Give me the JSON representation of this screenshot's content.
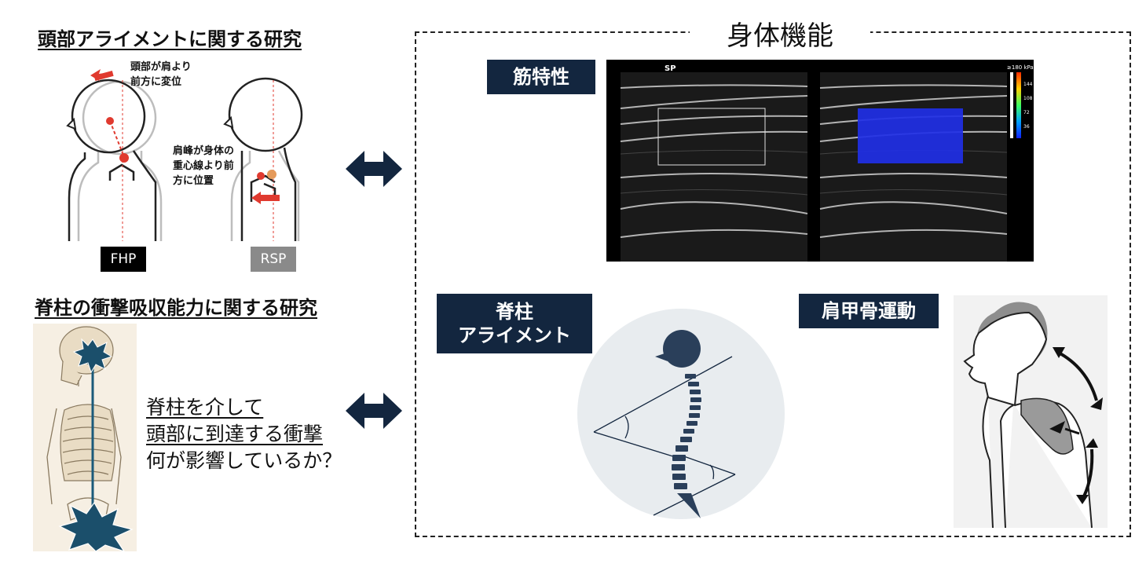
{
  "left_top": {
    "heading": "頭部アライメントに関する研究",
    "note_head": [
      "頭部が肩より",
      "前方に変位"
    ],
    "note_shoulder": [
      "肩峰が身体の",
      "重心線より前",
      "方に位置"
    ],
    "tag_fhp": "FHP",
    "tag_rsp": "RSP"
  },
  "left_bottom": {
    "heading": "脊柱の衝撃吸収能力に関する研究",
    "text": [
      "脊柱を介して",
      "頭部に到達する衝撃",
      "何が影響しているか？"
    ]
  },
  "right_panel": {
    "title": "身体機能",
    "muscle_label": "筋特性",
    "spine_label": [
      "脊柱",
      "アライメント"
    ],
    "scapula_label": "肩甲骨運動",
    "ultrasound": {
      "left_tag": "SP",
      "scale_unit": "≥180 kPa",
      "scale_ticks": [
        "144",
        "108",
        "72",
        "36"
      ]
    }
  },
  "colors": {
    "navy": "#13263f",
    "red_marker": "#e03a2f",
    "orange_marker": "#e59a5a"
  },
  "icons": [
    "double-arrow-icon",
    "starburst-impact-icon"
  ]
}
